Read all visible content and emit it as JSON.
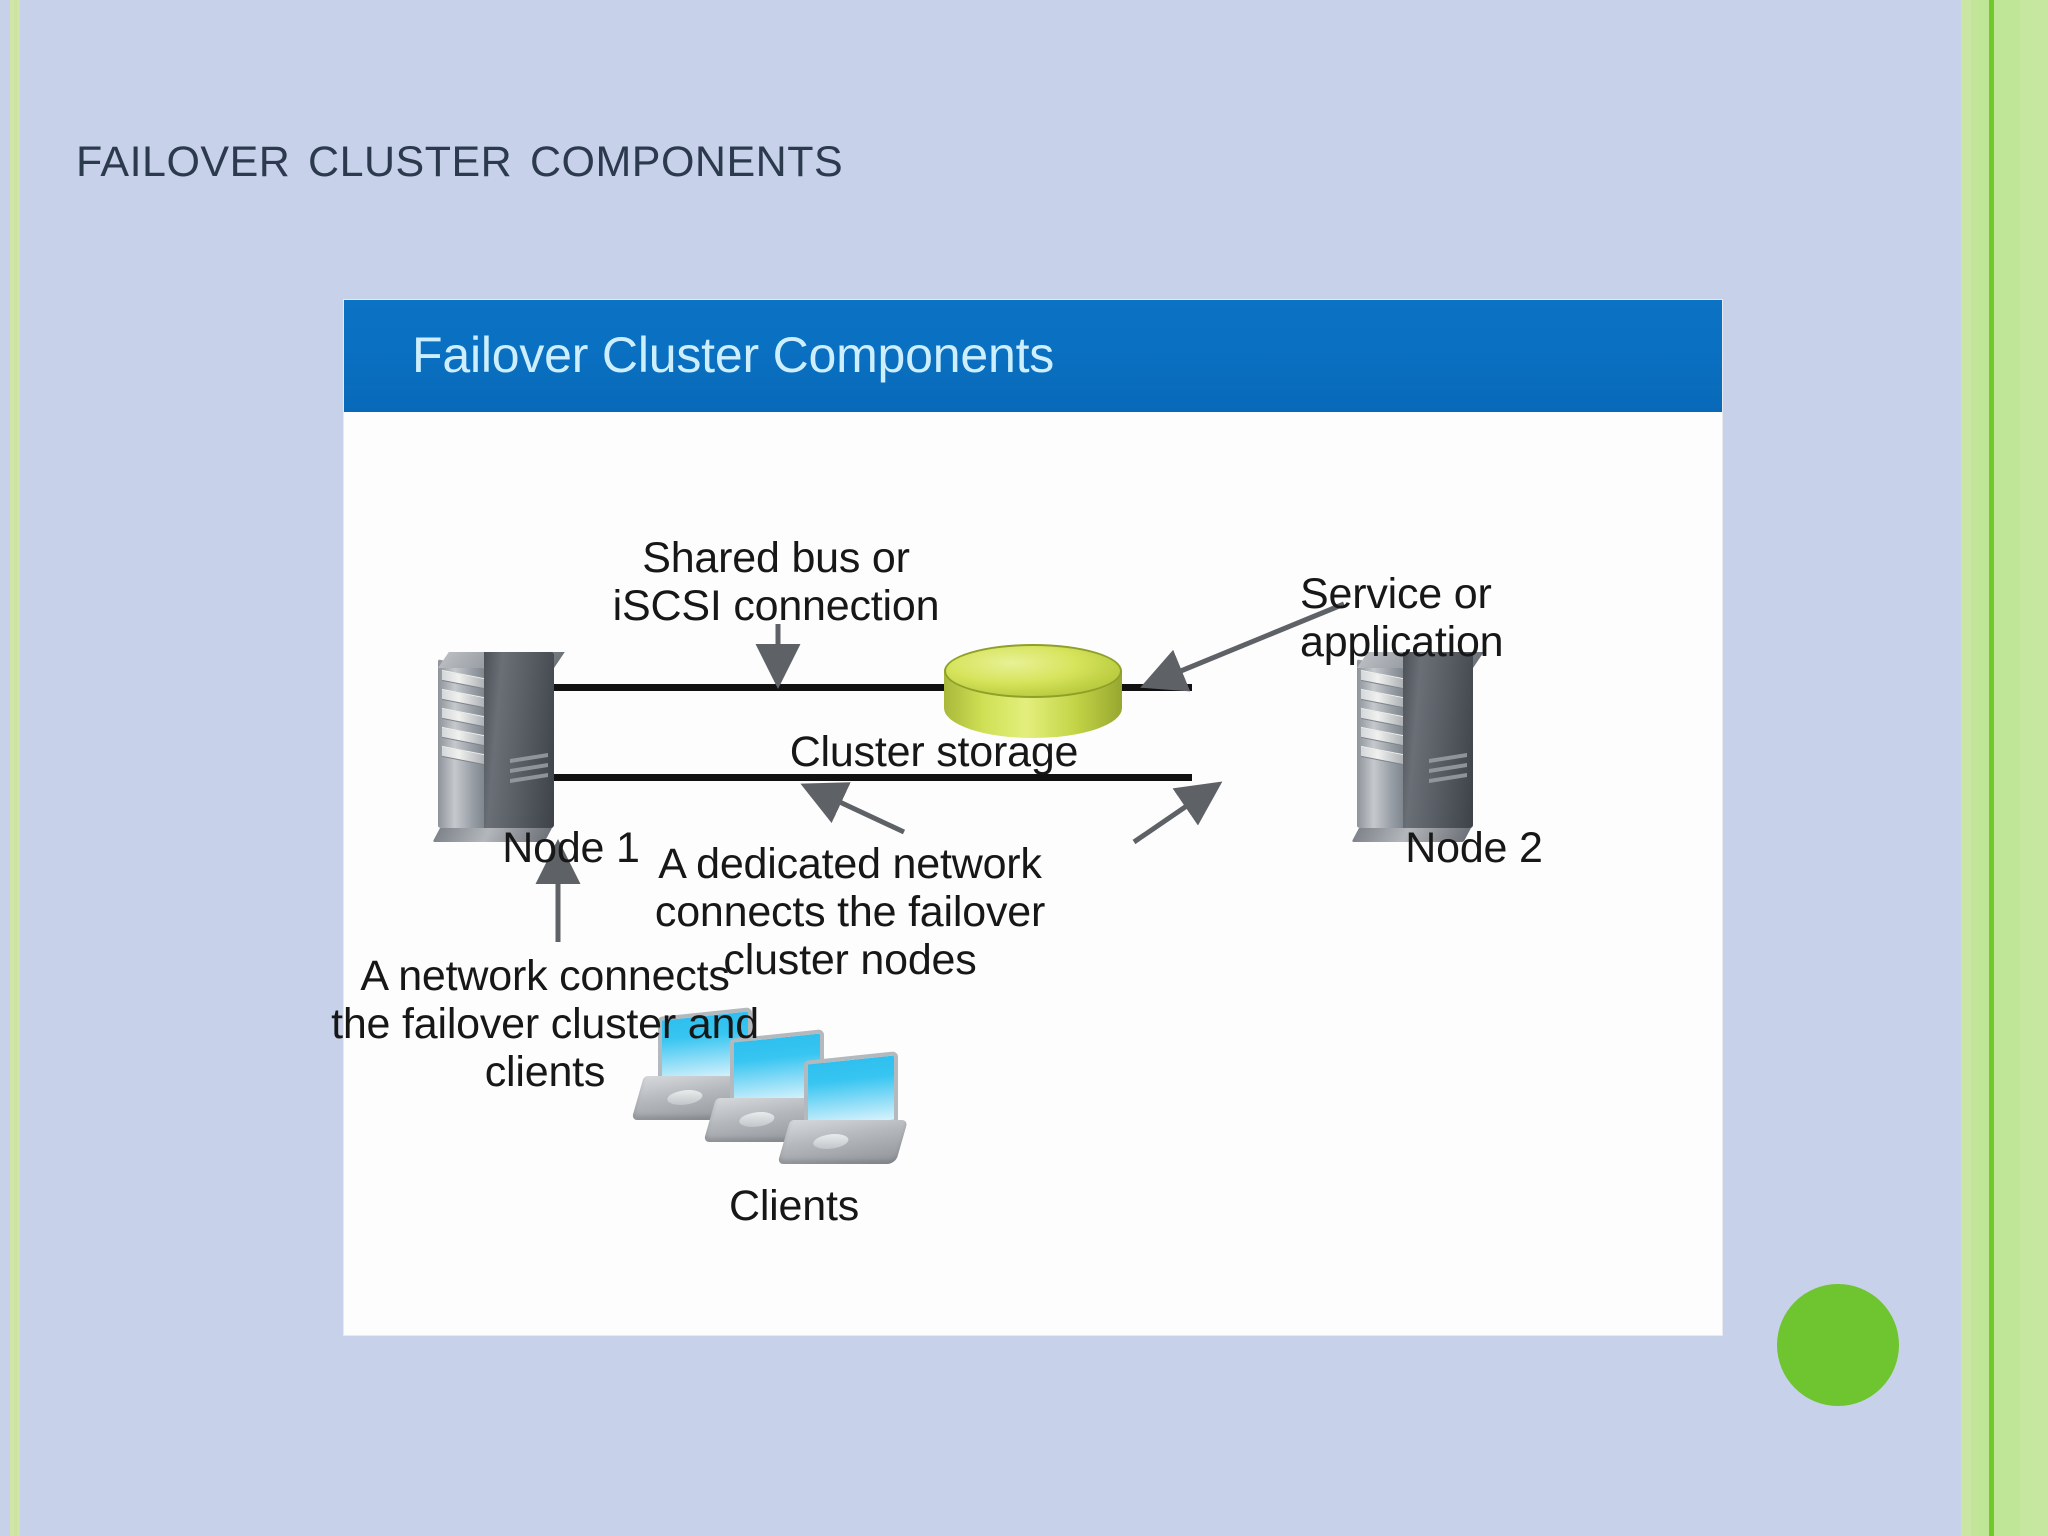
{
  "slide": {
    "title": "Failover Cluster Components",
    "background_color": "#c7d2ea",
    "accent_green": "#6ec52f",
    "title_color": "#2c3a4e"
  },
  "diagram": {
    "banner": {
      "title": "Failover Cluster Components",
      "background_color": "#0a6fc0",
      "text_color": "#cdeffd"
    },
    "labels": {
      "shared_bus": "Shared bus or\niSCSI connection",
      "service_application": "Service or\napplication",
      "cluster_storage": "Cluster storage",
      "node_1": "Node 1",
      "node_2": "Node 2",
      "dedicated_network": "A dedicated network\nconnects the failover\ncluster nodes",
      "network_clients": "A network connects\nthe failover cluster and\nclients",
      "clients": "Clients"
    },
    "elements": {
      "storage_color": "#cfe055",
      "server_color": "#565b62",
      "laptop_screen_color": "#2fc0ef",
      "wire_color": "#111111",
      "arrow_color": "#6f7478"
    }
  }
}
